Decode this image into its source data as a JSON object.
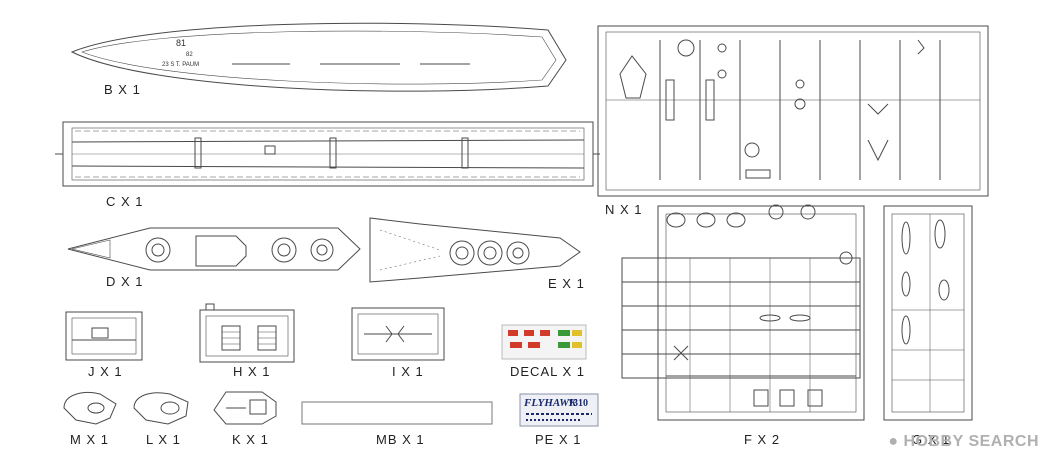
{
  "hull_b": {
    "mark": "81",
    "name": "23 S T. PAUM",
    "small": "82"
  },
  "labels": {
    "b": "B X 1",
    "c": "C X 1",
    "d": "D X 1",
    "e": "E X 1",
    "n": "N X 1",
    "j": "J X 1",
    "h": "H X 1",
    "i": "I X 1",
    "decal": "DECAL X 1",
    "m": "M X 1",
    "l": "L X 1",
    "k": "K X 1",
    "mb": "MB X 1",
    "pe": "PE X 1",
    "f": "F X 2",
    "g": "G X 1"
  },
  "pe": {
    "brand": "FLYHAWK",
    "number": "1310"
  },
  "watermark": {
    "text": "HOBBY SEARCH"
  },
  "colors": {
    "line": "#4a4a4a",
    "decal_red": "#d23a2a",
    "decal_green": "#3a9a3a",
    "decal_yellow": "#e2c02a",
    "pe_blue": "#1a2a6c"
  }
}
